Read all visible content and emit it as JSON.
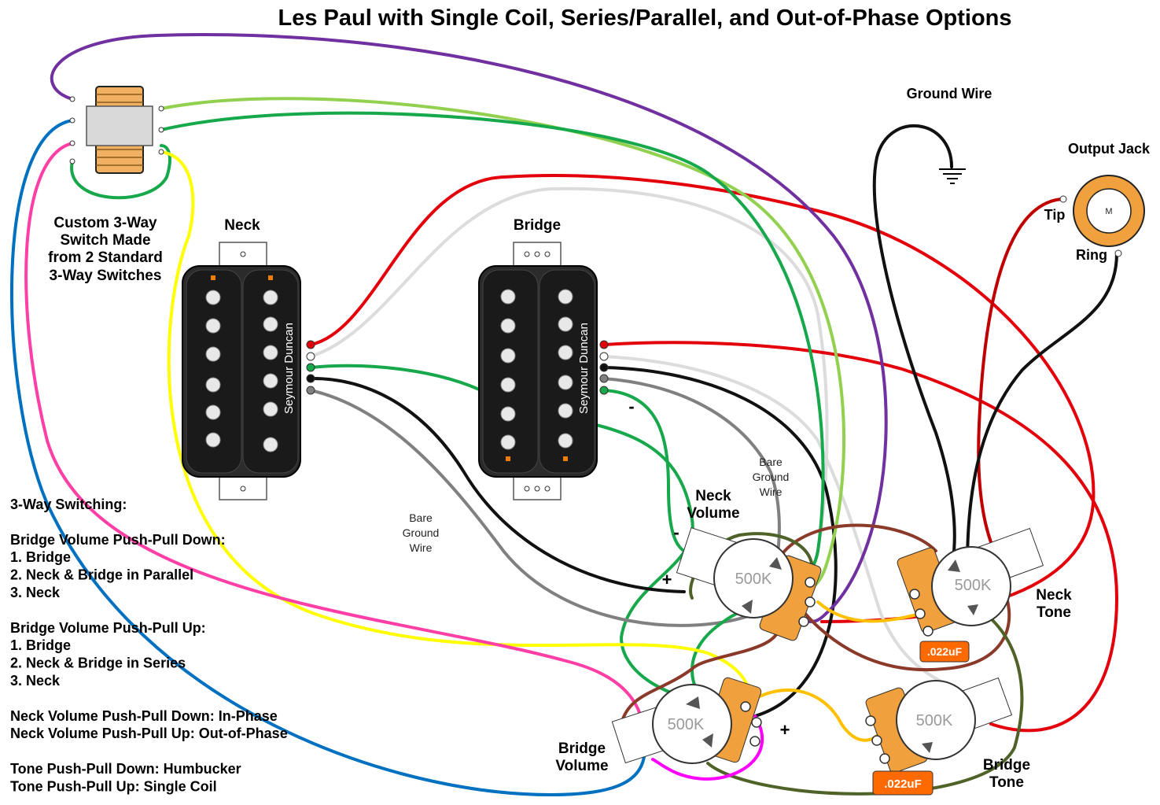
{
  "title": "Les Paul with Single Coil, Series/Parallel, and Out-of-Phase Options",
  "labels": {
    "switch_line1": "Custom 3-Way",
    "switch_line2": "Switch Made",
    "switch_line3": "from 2 Standard",
    "switch_line4": "3-Way Switches",
    "neck": "Neck",
    "bridge": "Bridge",
    "ground_wire": "Ground Wire",
    "output_jack": "Output Jack",
    "tip": "Tip",
    "ring": "Ring",
    "jack_mark": "M",
    "brand": "Seymour Duncan",
    "neck_volume_1": "Neck",
    "neck_volume_2": "Volume",
    "bridge_volume_1": "Bridge",
    "bridge_volume_2": "Volume",
    "neck_tone_1": "Neck",
    "neck_tone_2": "Tone",
    "bridge_tone_1": "Bridge",
    "bridge_tone_2": "Tone",
    "bare_ground_1": "Bare",
    "bare_ground_2": "Ground",
    "bare_ground_3": "Wire",
    "pot_value": "500K",
    "cap_value": ".022uF",
    "minus": "-",
    "plus": "+"
  },
  "notes": [
    "3-Way Switching:",
    "",
    "Bridge Volume Push-Pull Down:",
    "1. Bridge",
    "2. Neck & Bridge in Parallel",
    "3. Neck",
    "",
    "Bridge Volume Push-Pull Up:",
    "1. Bridge",
    "2. Neck & Bridge in Series",
    "3. Neck",
    "",
    "Neck Volume Push-Pull Down: In-Phase",
    "Neck Volume Push-Pull Up: Out-of-Phase",
    "",
    "Tone Push-Pull Down: Humbucker",
    "Tone Push-Pull Up: Single Coil"
  ],
  "colors": {
    "red": "#e3000b",
    "white_wire": "#dcdcdc",
    "green": "#16a84a",
    "black": "#111111",
    "bare": "#808080",
    "purple": "#7030a0",
    "light_green": "#92d050",
    "blue": "#0070c0",
    "pink": "#ff3fa6",
    "yellow": "#ffff00",
    "dark_red": "#c00000",
    "brown": "#8b3a2a",
    "olive": "#4f6228",
    "orange_wire": "#ffc000",
    "magenta": "#ff00ff",
    "pot_orange": "#f0a03c",
    "cap_orange": "#ff6a00"
  }
}
